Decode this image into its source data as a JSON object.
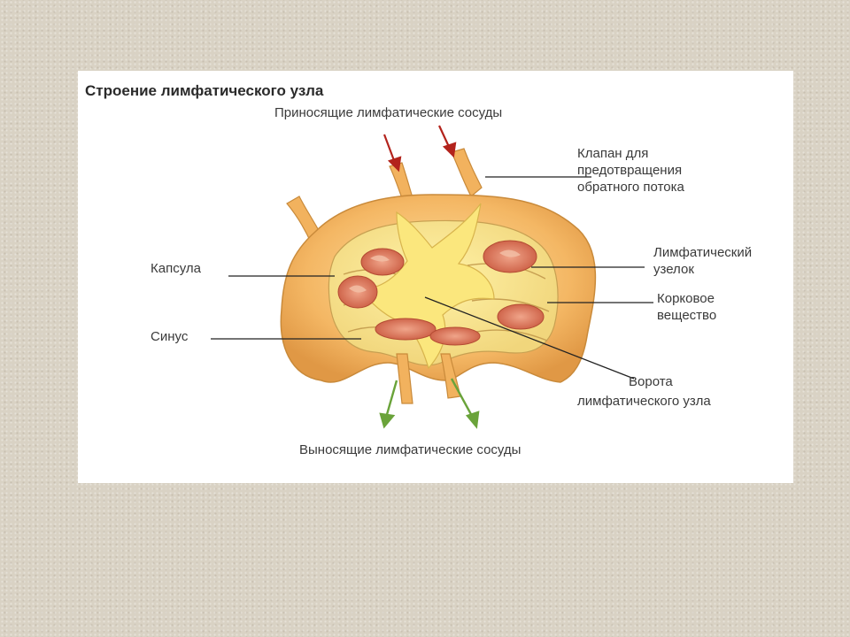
{
  "title": "Строение лимфатического узла",
  "labels": {
    "afferent": "Приносящие лимфатические сосуды",
    "valve": [
      "Клапан для",
      "предотвращения",
      "обратного потока"
    ],
    "nodule": [
      "Лимфатический",
      "узелок"
    ],
    "cortex": [
      "Корковое",
      "вещество"
    ],
    "capsule": "Капсула",
    "sinus": "Синус",
    "hilum": [
      "Ворота",
      "лимфатического узла"
    ],
    "efferent": "Выносящие лимфатические сосуды"
  },
  "colors": {
    "afferent_arrow": "#b3231c",
    "efferent_arrow": "#6aa33a",
    "capsule": "#f2b25e",
    "medulla": "#f4e07a",
    "nodule": "#d9775a",
    "leader_line": "#222222"
  }
}
